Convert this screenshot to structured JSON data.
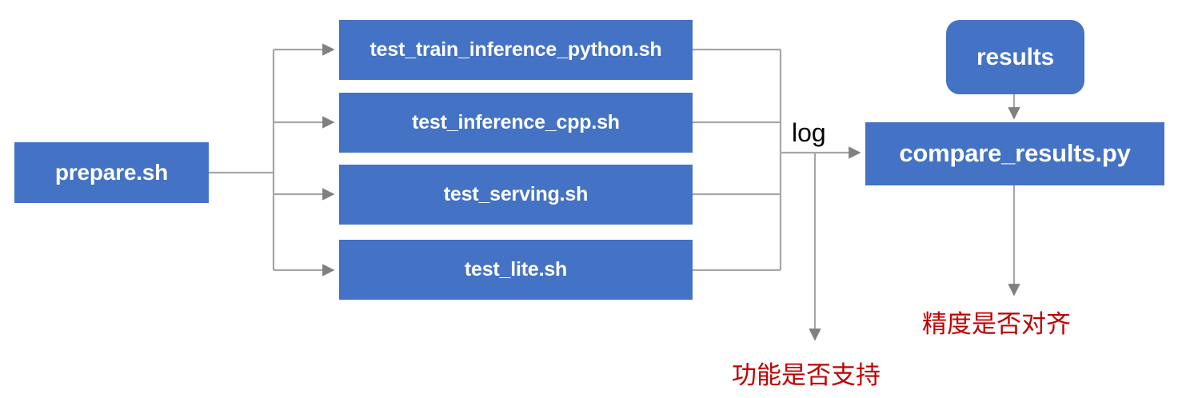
{
  "diagram": {
    "title": "test pipeline flowchart",
    "colors": {
      "node_fill": "#4472C4",
      "node_text": "#FFFFFF",
      "connector": "#A6A6A6",
      "note_text": "#C00000",
      "label_text": "#000000",
      "background": "#FFFFFF"
    },
    "nodes": {
      "prepare": "prepare.sh",
      "test_train_inference_python": "test_train_inference_python.sh",
      "test_inference_cpp": "test_inference_cpp.sh",
      "test_serving": "test_serving.sh",
      "test_lite": "test_lite.sh",
      "results": "results",
      "compare_results": "compare_results.py"
    },
    "edge_labels": {
      "log": "log"
    },
    "notes": {
      "function_support": "功能是否支持",
      "precision_align": "精度是否对齐"
    }
  }
}
